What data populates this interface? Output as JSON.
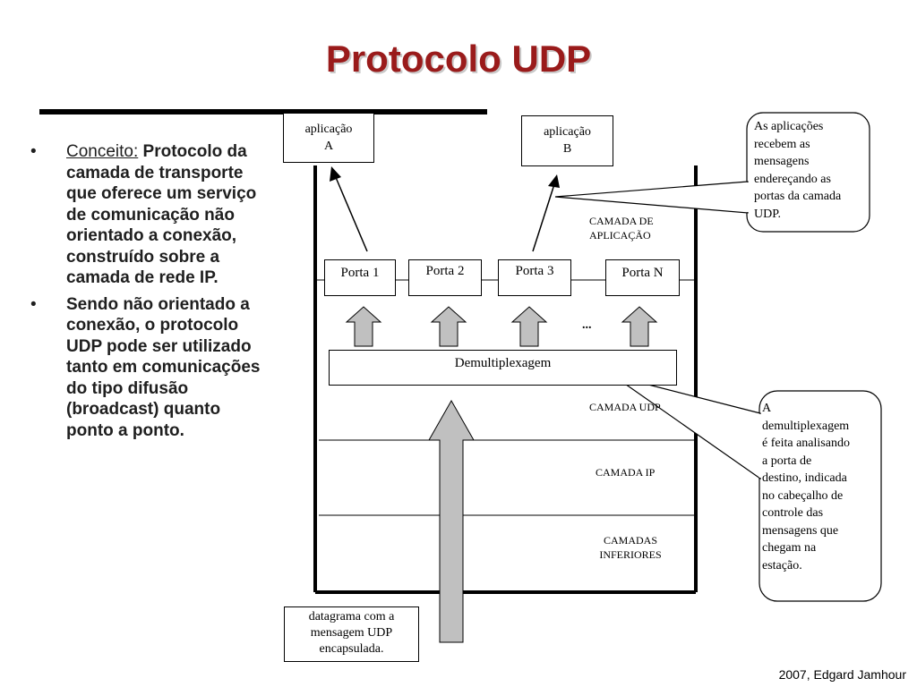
{
  "title": "Protocolo UDP",
  "bullets": [
    {
      "label": "Conceito:",
      "text": " Protocolo da camada de transporte que oferece um serviço de comunicação não orientado a conexão, construído sobre a camada de rede IP."
    },
    {
      "label": "",
      "text": "Sendo não orientado a conexão, o protocolo UDP pode ser utilizado tanto em comunicações do tipo difusão (broadcast) quanto ponto a ponto."
    }
  ],
  "diagram": {
    "app_a_line1": "aplicação",
    "app_a_line2": "A",
    "app_b_line1": "aplicação",
    "app_b_line2": "B",
    "layer_app_line1": "CAMADA DE",
    "layer_app_line2": "APLICAÇÃO",
    "ports": [
      "Porta 1",
      "Porta 2",
      "Porta 3",
      "Porta N"
    ],
    "ellipsis": "...",
    "demux": "Demultiplexagem",
    "layer_udp": "CAMADA UDP",
    "layer_ip": "CAMADA IP",
    "layer_lower_line1": "CAMADAS",
    "layer_lower_line2": "INFERIORES",
    "datagram_line1": "datagrama com a",
    "datagram_line2": "mensagem UDP",
    "datagram_line3": "encapsulada.",
    "callout_top": [
      "As aplicações",
      "recebem as",
      "mensagens",
      "endereçando as",
      "portas da camada",
      "UDP."
    ],
    "callout_bottom": [
      "A",
      "demultiplexagem",
      "é feita analisando",
      "a porta de",
      "destino, indicada",
      "no cabeçalho de",
      "controle das",
      "mensagens que",
      "chegam na",
      "estação."
    ]
  },
  "footer": "2007, Edgard Jamhour",
  "colors": {
    "title": "#9a1b1b",
    "arrow_fill": "#c0c0c0"
  }
}
